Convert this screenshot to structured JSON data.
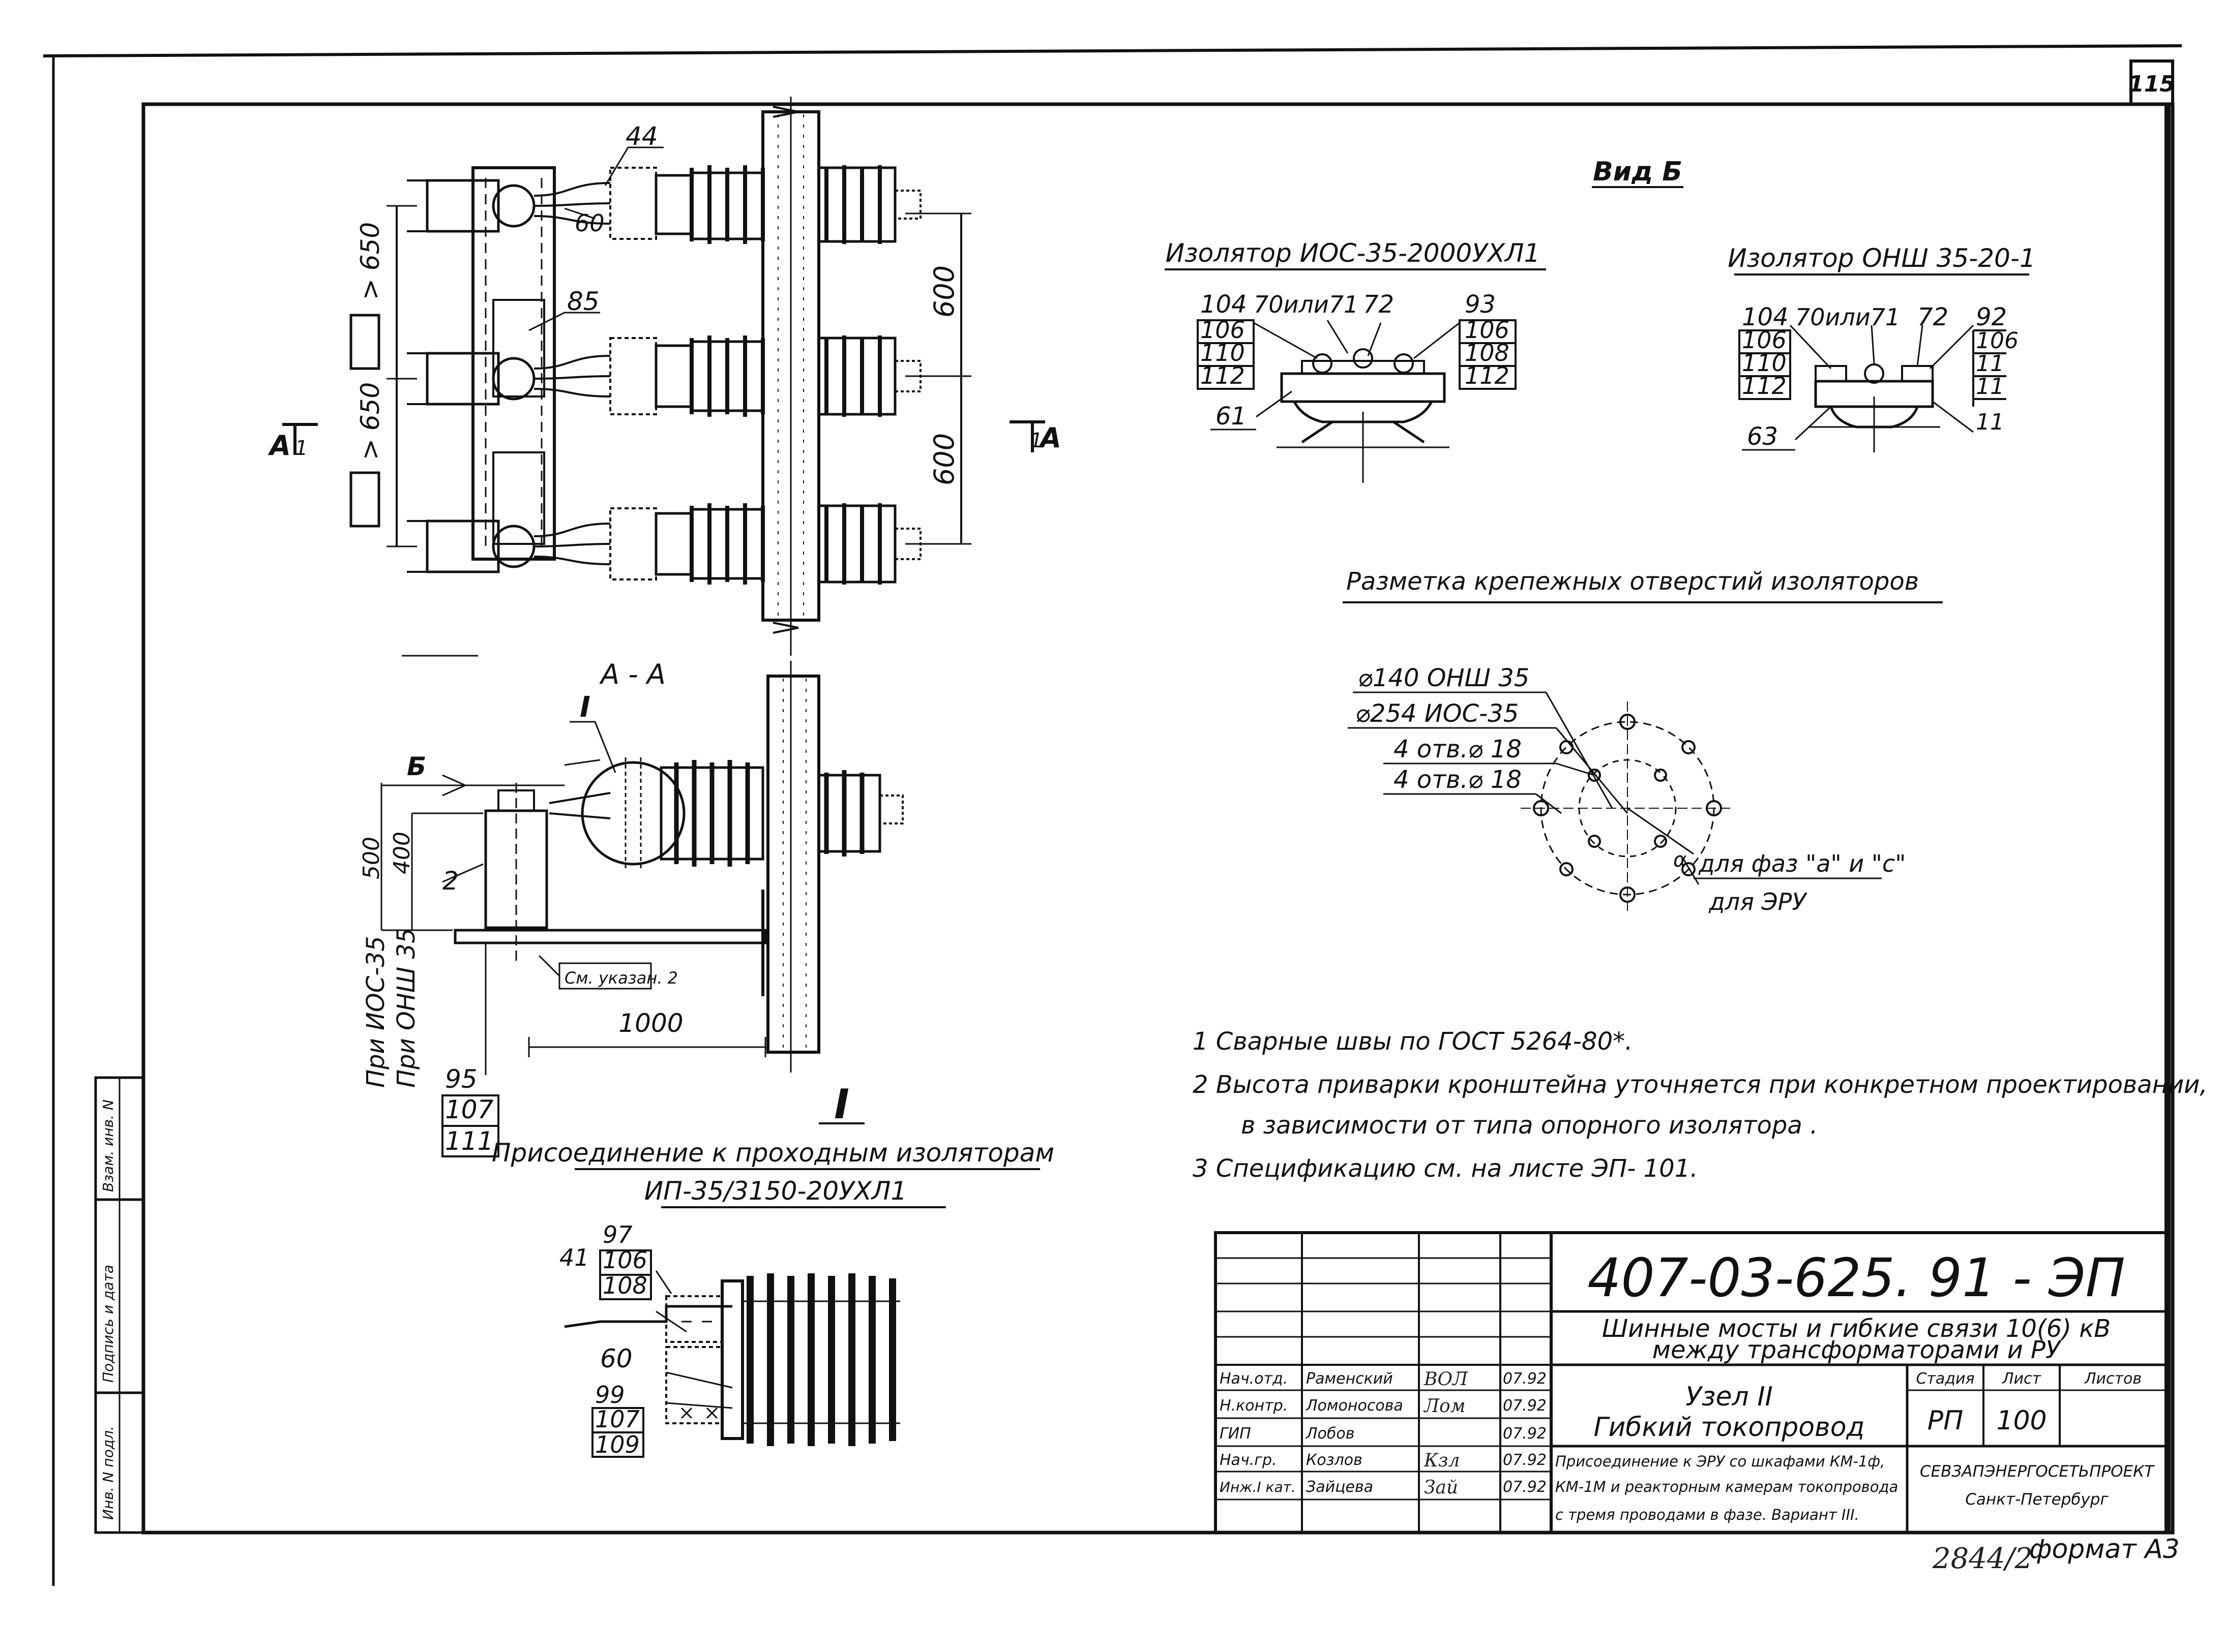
{
  "sheet": {
    "page_number": "115",
    "format_label": "формат А3",
    "archive_number": "2844/2"
  },
  "plan": {
    "callouts": [
      "44",
      "60",
      "85"
    ],
    "dim_600_top": "600",
    "dim_600_bottom": "600",
    "dim_650_top": "> 650",
    "dim_650_bottom": "> 650",
    "section_left": "А",
    "section_left_num": "1",
    "section_right": "А",
    "section_right_num": "1"
  },
  "section_aa": {
    "title": "А - А",
    "detail_ref": "I",
    "view_arrow": "Б",
    "dim_500": "500",
    "dim_400": "400",
    "item_2": "2",
    "note_ref": "См. указан. 2",
    "dim_1000": "1000",
    "label_ios": "При ИОС-35",
    "label_onsh": "При ОНШ 35",
    "spec": [
      "95",
      "107",
      "111"
    ]
  },
  "detail_i": {
    "numeral": "I",
    "title": "Присоединение к проходным изоляторам",
    "subtitle": "ИП-35/3150-20УХЛ1",
    "refs_top": [
      "97",
      "106",
      "108"
    ],
    "ref_41": "41",
    "ref_60": "60",
    "refs_bottom": [
      "99",
      "107",
      "109"
    ]
  },
  "view_b": {
    "title": "Вид Б",
    "ins1": {
      "title": "Изолятор ИОС-35-2000УХЛ1",
      "top_labels": [
        "104",
        "70или71",
        "72",
        "93"
      ],
      "left_stack": [
        "106",
        "110",
        "112"
      ],
      "right_stack": [
        "106",
        "108",
        "112"
      ],
      "bottom_ref": "61"
    },
    "ins2": {
      "title": "Изолятор ОНШ 35-20-1",
      "top_labels": [
        "104",
        "70или71",
        "72",
        "92"
      ],
      "left_stack": [
        "106",
        "110",
        "112"
      ],
      "right_stack": [
        "106",
        "11",
        "11",
        "11"
      ],
      "bottom_ref": "63"
    }
  },
  "holes": {
    "title": "Разметка крепежных отверстий изоляторов",
    "lines": [
      "⌀140  ОНШ 35",
      "⌀254  ИОС-35",
      "4 отв.⌀ 18",
      "4 отв.⌀ 18"
    ],
    "phase_note": "для фаз \"а\" и \"с\"",
    "eru_note": "для ЭРУ",
    "alpha": "α"
  },
  "notes": [
    "1  Сварные швы по ГОСТ 5264-80*.",
    "2  Высота приварки кронштейна уточняется при конкретном проектировании,",
    "в зависимости от типа опорного изолятора .",
    "3  Спецификацию см. на листе ЭП- 101."
  ],
  "side_stamp": [
    "Инв. N подл.",
    "Подпись и дата",
    "Взам. инв. N"
  ],
  "title_block": {
    "doc_code": "407-03-625. 91 - ЭП",
    "project_title_1": "Шинные мосты и гибкие связи 10(6) кВ",
    "project_title_2": "между трансформаторами и РУ",
    "node_1": "Узел II",
    "node_2": "Гибкий токопровод",
    "description": [
      "Присоединение к ЭРУ со шкафами КМ-1ф,",
      "КМ-1М и реакторным камерам токопровода",
      "с тремя проводами в фазе. Вариант III."
    ],
    "stage_header": "Стадия",
    "sheet_header": "Лист",
    "sheets_header": "Листов",
    "stage": "РП",
    "sheet_no": "100",
    "org_1": "СЕВЗАПЭНЕРГОСЕТЬПРОЕКТ",
    "org_2": "Санкт-Петербург",
    "roles": [
      {
        "role": "Нач.отд.",
        "name": "Раменский",
        "sign": "ВОЛ",
        "date": "07.92"
      },
      {
        "role": "Н.контр.",
        "name": "Ломоносова",
        "sign": "Лом",
        "date": "07.92"
      },
      {
        "role": "ГИП",
        "name": "Лобов",
        "sign": "",
        "date": "07.92"
      },
      {
        "role": "Нач.гр.",
        "name": "Козлов",
        "sign": "Кзл",
        "date": "07.92"
      },
      {
        "role": "Инж.I кат.",
        "name": "Зайцева",
        "sign": "Зай",
        "date": "07.92"
      }
    ]
  }
}
